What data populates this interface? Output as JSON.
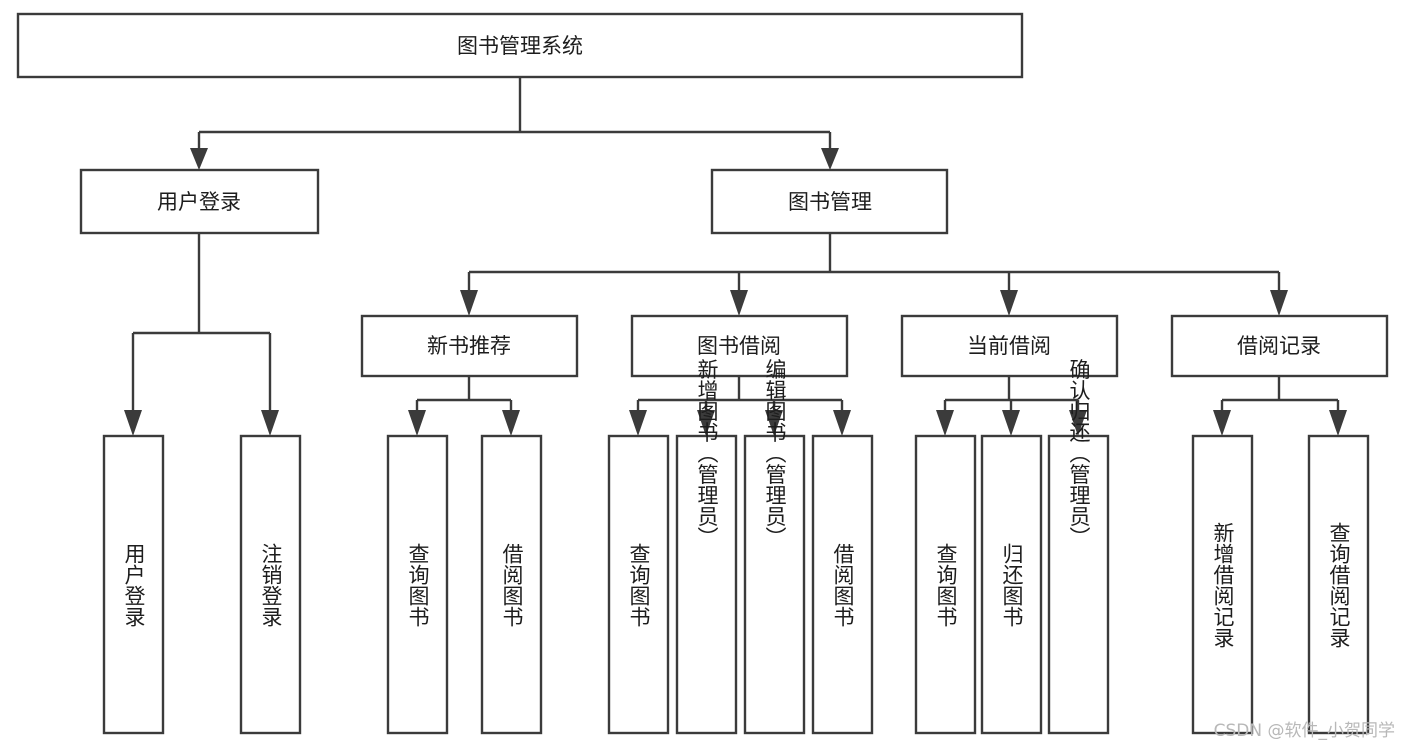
{
  "diagram": {
    "type": "tree-hierarchy-chart",
    "title": "图书管理系统",
    "orientation": "top-down",
    "colors": {
      "box_fill": "#ffffff",
      "box_stroke": "#3b3b3b",
      "text": "#1d1d1d",
      "background": "#ffffff",
      "watermark": "#b8b8b8"
    },
    "root": {
      "label": "图书管理系统",
      "text_orientation": "horizontal"
    },
    "level2": [
      {
        "id": "user-login",
        "label": "用户登录",
        "text_orientation": "horizontal"
      },
      {
        "id": "book-management",
        "label": "图书管理",
        "text_orientation": "horizontal"
      }
    ],
    "level3": [
      {
        "id": "new-book-recommend",
        "label": "新书推荐",
        "text_orientation": "horizontal",
        "parent": "book-management"
      },
      {
        "id": "book-borrow",
        "label": "图书借阅",
        "text_orientation": "horizontal",
        "parent": "book-management"
      },
      {
        "id": "current-borrow",
        "label": "当前借阅",
        "text_orientation": "horizontal",
        "parent": "book-management"
      },
      {
        "id": "borrow-record",
        "label": "借阅记录",
        "text_orientation": "horizontal",
        "parent": "book-management"
      }
    ],
    "leaves": {
      "user_login": [
        {
          "id": "leaf-user-login",
          "label": "用户登录",
          "text_orientation": "vertical"
        },
        {
          "id": "leaf-logout",
          "label": "注销登录",
          "text_orientation": "vertical"
        }
      ],
      "new_book_recommend": [
        {
          "id": "leaf-query-book-1",
          "label": "查询图书",
          "text_orientation": "vertical"
        },
        {
          "id": "leaf-borrow-book-1",
          "label": "借阅图书",
          "text_orientation": "vertical"
        }
      ],
      "book_borrow": [
        {
          "id": "leaf-query-book-2",
          "label": "查询图书",
          "text_orientation": "vertical"
        },
        {
          "id": "leaf-add-book",
          "label": "新增图书（管理员）",
          "text_orientation": "vertical"
        },
        {
          "id": "leaf-edit-book",
          "label": "编辑图书（管理员）",
          "text_orientation": "vertical"
        },
        {
          "id": "leaf-borrow-book-2",
          "label": "借阅图书",
          "text_orientation": "vertical"
        }
      ],
      "current_borrow": [
        {
          "id": "leaf-query-book-3",
          "label": "查询图书",
          "text_orientation": "vertical"
        },
        {
          "id": "leaf-return-book",
          "label": "归还图书",
          "text_orientation": "vertical"
        },
        {
          "id": "leaf-confirm-return",
          "label": "确认归还（管理员）",
          "text_orientation": "vertical"
        }
      ],
      "borrow_record": [
        {
          "id": "leaf-add-record",
          "label": "新增借阅记录",
          "text_orientation": "vertical"
        },
        {
          "id": "leaf-query-record",
          "label": "查询借阅记录",
          "text_orientation": "vertical"
        }
      ]
    }
  },
  "watermark": {
    "text": "CSDN @软件_小贺同学"
  }
}
